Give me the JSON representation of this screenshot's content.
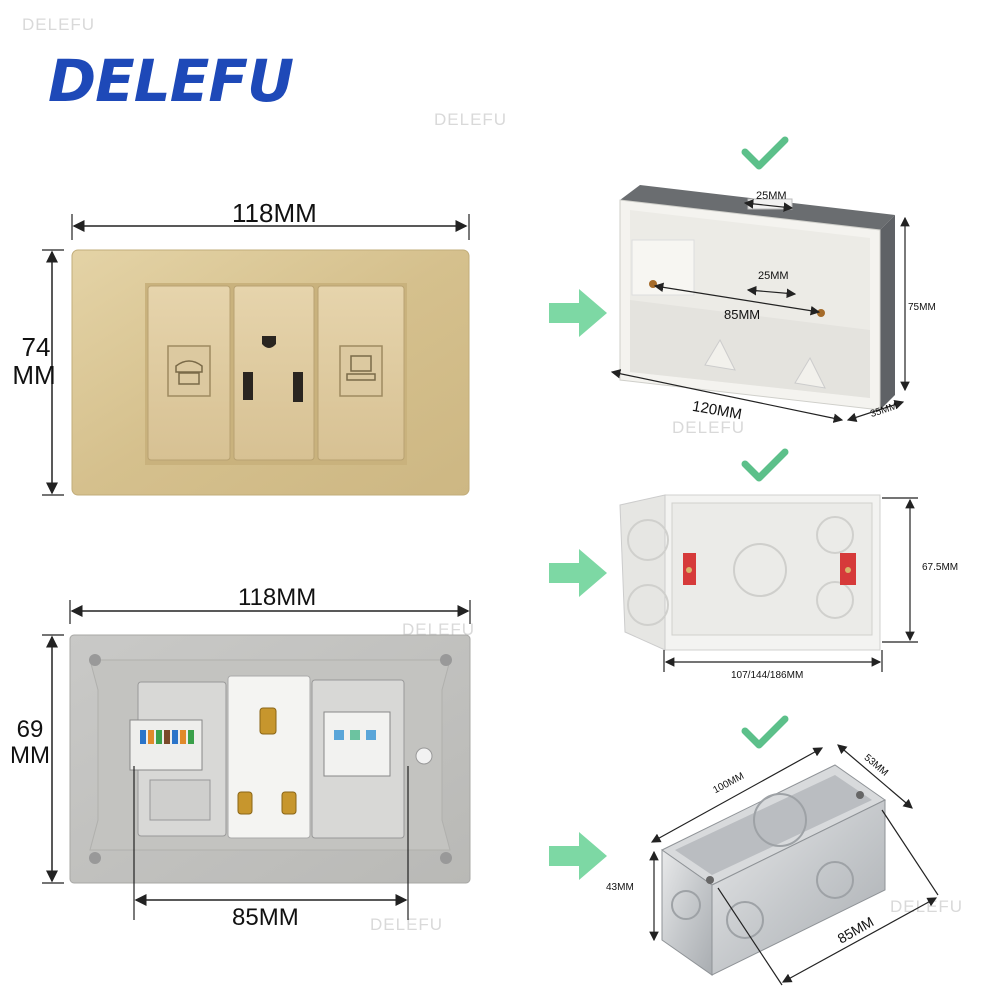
{
  "brand": {
    "logo_text": "DELEFU",
    "logo_color": "#1e49b8",
    "watermark": "DELEFU"
  },
  "front_plate": {
    "width_label": "118MM",
    "height_label_line1": "74",
    "height_label_line2": "MM",
    "finish_color": "#d8c391"
  },
  "back_plate": {
    "width_label": "118MM",
    "height_label_line1": "69",
    "height_label_line2": "MM",
    "screw_spacing_label": "85MM"
  },
  "boxes": [
    {
      "name": "white-box-1",
      "labels": {
        "top_slot": "25MM",
        "inner_slot": "25MM",
        "screw_spacing": "85MM",
        "height": "75MM",
        "width": "120MM",
        "depth": "35MM"
      }
    },
    {
      "name": "white-box-2",
      "labels": {
        "height": "67.5MM",
        "width": "107/144/186MM"
      }
    },
    {
      "name": "metal-box",
      "labels": {
        "length": "100MM",
        "depth": "53MM",
        "height": "43MM",
        "width": "85MM"
      }
    }
  ],
  "colors": {
    "check_green": "#5cc08a",
    "arrow_green": "#6fd49a",
    "dimension_line": "#222222"
  }
}
